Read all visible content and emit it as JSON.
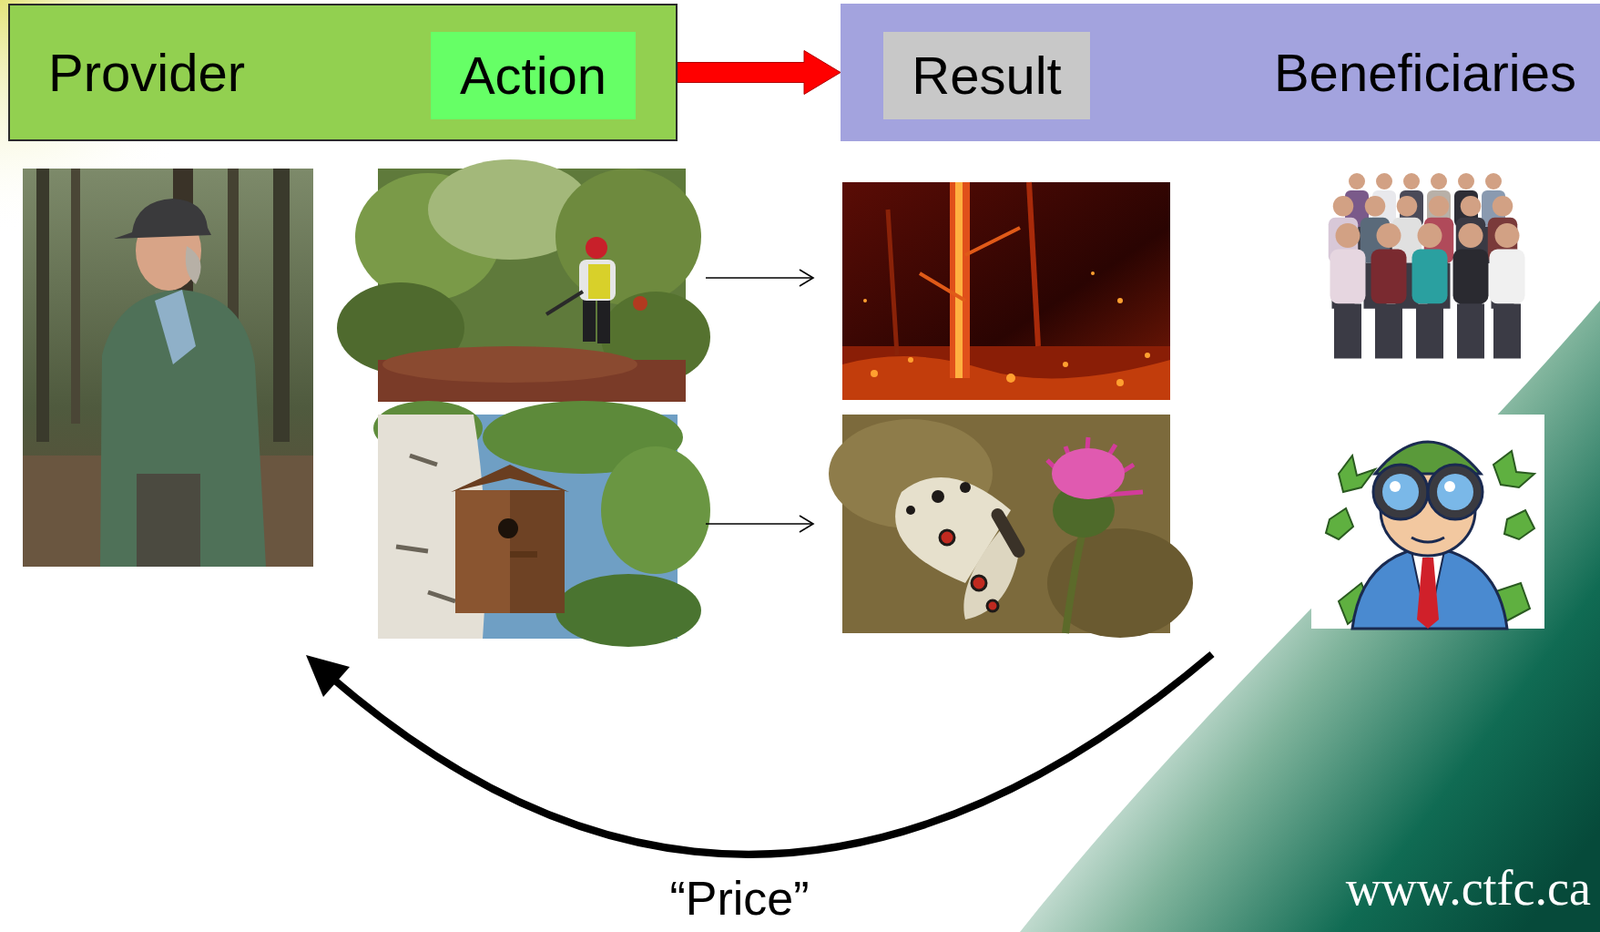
{
  "diagram": {
    "nodes": [
      {
        "text": [
          "Provider"
        ]
      },
      {
        "text": [
          "Action"
        ],
        "in": 0
      },
      {
        "text": [
          "Beneficiaries"
        ]
      },
      {
        "text": [
          "Result"
        ],
        "in": 2
      }
    ],
    "edges": [
      {
        "from": 0,
        "to": 2,
        "arrow": "to"
      }
    ],
    "labels": [
      "“Price”",
      "www.ctfc.ca"
    ]
  }
}
